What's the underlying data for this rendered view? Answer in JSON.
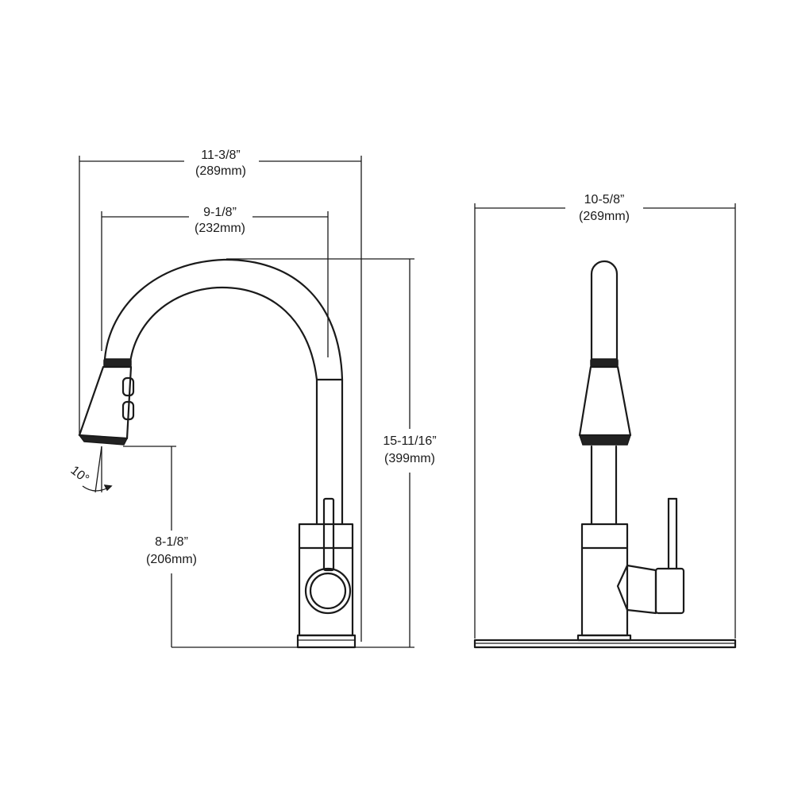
{
  "side_view": {
    "overall_width": {
      "imperial": "11-3/8”",
      "metric": "(289mm)"
    },
    "spout_reach": {
      "imperial": "9-1/8”",
      "metric": "(232mm)"
    },
    "overall_height": {
      "imperial": "15-11/16”",
      "metric": "(399mm)"
    },
    "spout_height": {
      "imperial": "8-1/8”",
      "metric": "(206mm)"
    },
    "spray_angle": "10°"
  },
  "front_view": {
    "deck_plate_width": {
      "imperial": "10-5/8”",
      "metric": "(269mm)"
    }
  }
}
